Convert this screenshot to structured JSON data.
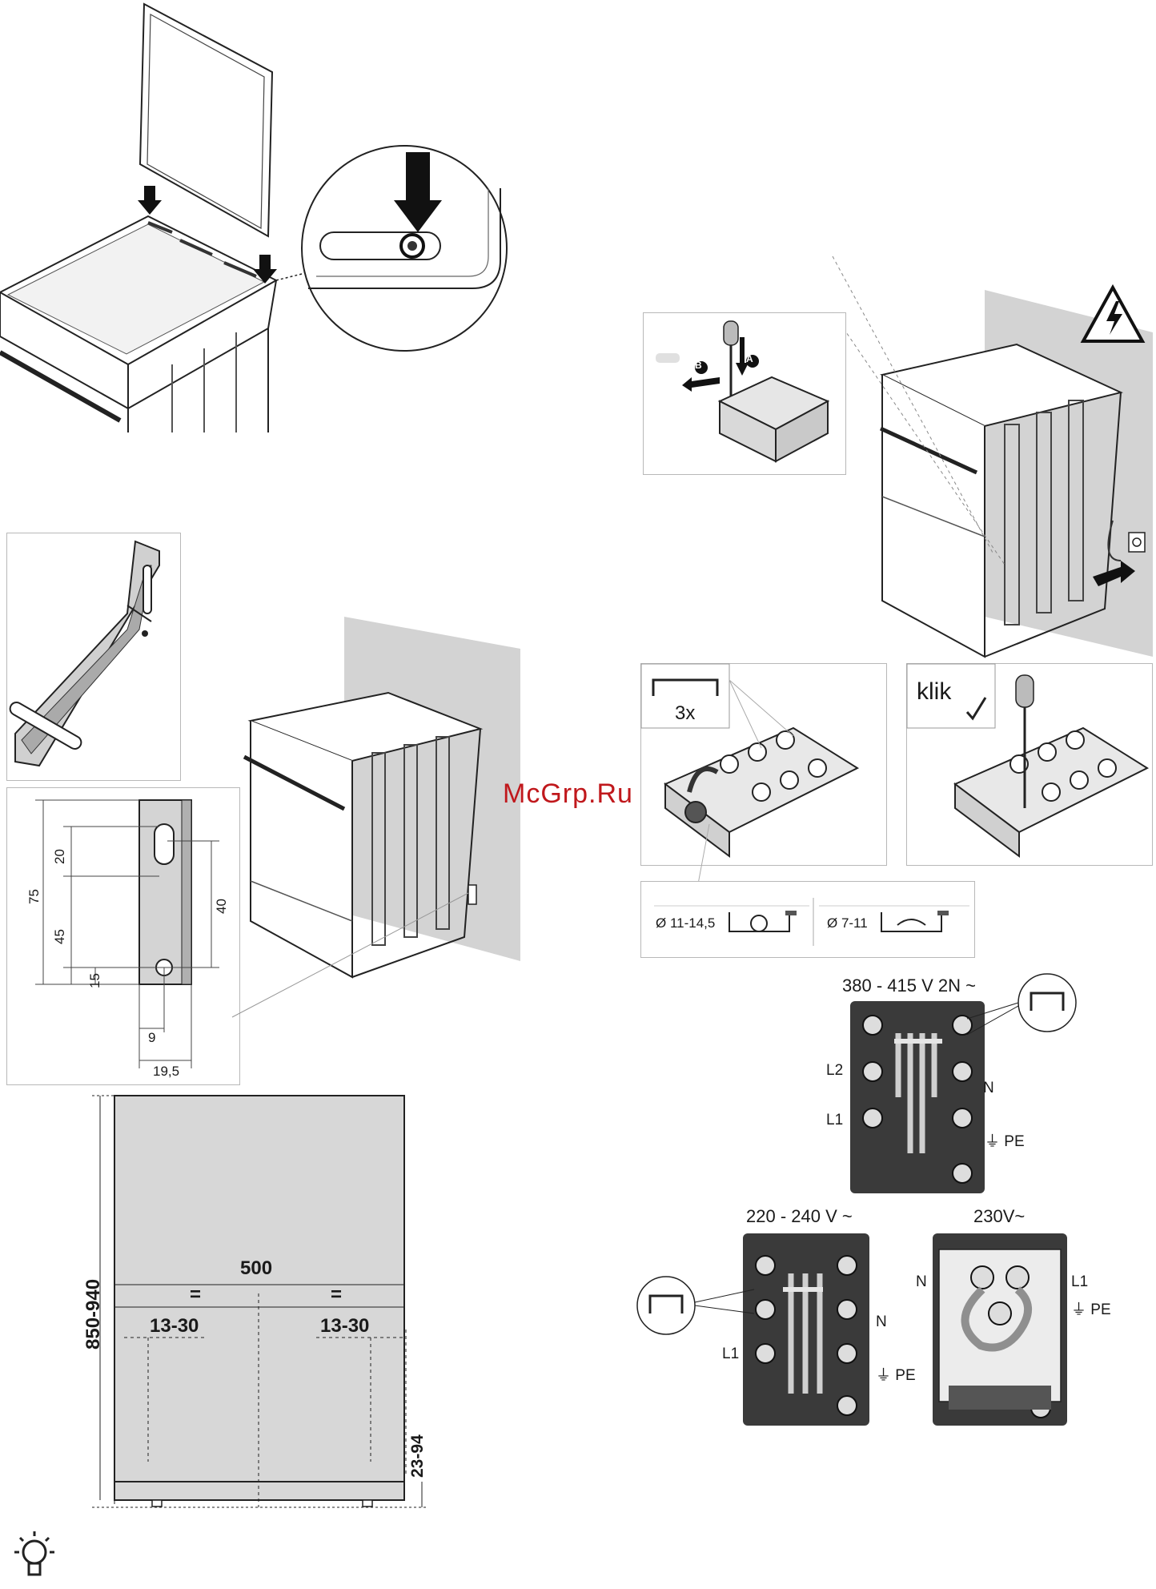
{
  "watermark": "McGrp.Ru",
  "wall_bracket": {
    "dims": {
      "d75": "75",
      "d20": "20",
      "d45": "45",
      "d15": "15",
      "d40": "40",
      "d9": "9",
      "d19_5": "19,5"
    }
  },
  "installation_plan": {
    "height_range": "850-940",
    "width": "500",
    "equal_left": "=",
    "equal_right": "=",
    "offset_left": "13-30",
    "offset_right": "13-30",
    "foot_height": "23-94"
  },
  "screw_steps": {
    "label_a": "A",
    "label_b": "B"
  },
  "bridge_steps": {
    "count_label": "3x",
    "click_label": "klik"
  },
  "cable_clamp": {
    "large_diameter": "Ø 11-14,5",
    "small_diameter": "Ø 7-11"
  },
  "wiring": {
    "three_phase": {
      "voltage": "380 - 415 V 2N ~",
      "l2": "L2",
      "l1": "L1",
      "n": "N",
      "pe": "PE"
    },
    "single_phase": {
      "voltage": "220 - 240 V ~",
      "l1": "L1",
      "n": "N",
      "pe": "PE"
    },
    "single_230": {
      "voltage": "230V~",
      "n": "N",
      "l1": "L1",
      "pe": "PE"
    }
  },
  "icons": [
    "warning-electric-icon",
    "lightbulb-tip-icon",
    "arrow-down-icon",
    "screwdriver-icon"
  ]
}
